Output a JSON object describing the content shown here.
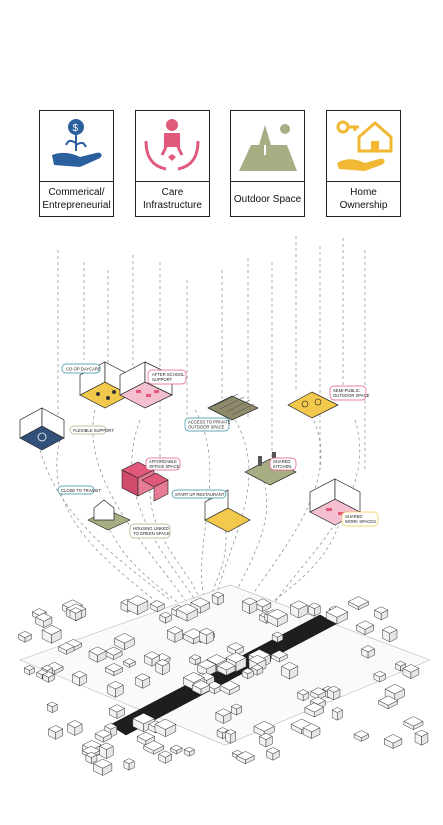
{
  "categories": [
    {
      "label": "Commerical/\nEntrepreneurial",
      "icon": "money-plant-hand-icon",
      "color": "#2b5f9e"
    },
    {
      "label": "Care\nInfrastructure",
      "icon": "baby-hands-care-icon",
      "color": "#e0587a"
    },
    {
      "label": "Outdoor Space",
      "icon": "tree-landscape-icon",
      "color": "#a9ad84"
    },
    {
      "label": "Home\nOwnership",
      "icon": "house-key-hand-icon",
      "color": "#f2b733"
    }
  ],
  "callouts": {
    "coop_daycare": "CO-OP DAYCARE",
    "after_school": "AFTER SCHOOL\nSUPPORT",
    "flexible_support": "FLEXIBLE SUPPORT",
    "access_private": "ACCESS TO PRIVATE\nOUTDOOR SPACE",
    "semi_public": "SEMI-PUBLIC\nOUTDOOR SPACE",
    "affordable": "AFFORDABLE\nOFFICE SPACE",
    "startup": "START UP RESTAURANT",
    "close_transit": "CLOSE TO TRANSIT",
    "housing_green": "HOUSING LINKED\nTO GREEN SPACE",
    "shared_work": "SHARED\nWORK SPACES",
    "shared_kitchen": "SHARED\nKITCHEN"
  },
  "colors": {
    "blue": "#2b5f9e",
    "pink": "#e0587a",
    "olive": "#a9ad84",
    "yellow": "#f2c94c",
    "navy": "#33507a",
    "line": "#777777"
  }
}
